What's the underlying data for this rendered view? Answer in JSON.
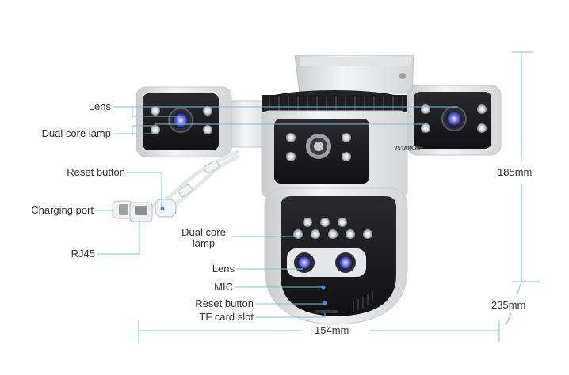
{
  "colors": {
    "leader": "#7fc3d3",
    "dimension": "#7fc3d3",
    "text": "#333333",
    "body": "#e8e9ea",
    "dark": "#1c1c1e",
    "lens_glow": "#5a5fd8"
  },
  "labels": {
    "lens_left": "Lens",
    "dual_core_lamp_left": "Dual core lamp",
    "reset_button_left": "Reset button",
    "charging_port": "Charging port",
    "rj45": "RJ45",
    "dual_core_lamp_center_line1": "Dual core",
    "dual_core_lamp_center_line2": "lamp",
    "lens_center": "Lens",
    "mic": "MIC",
    "reset_button_center": "Reset button",
    "tf_card_slot": "TF card slot"
  },
  "dimensions": {
    "height": "185mm",
    "depth": "235mm",
    "width": "154mm"
  },
  "logo_text": "VSTARCAM",
  "icons": [
    "camera-product-image",
    "cable-icon",
    "rj45-connector-icon",
    "charging-plug-icon"
  ]
}
